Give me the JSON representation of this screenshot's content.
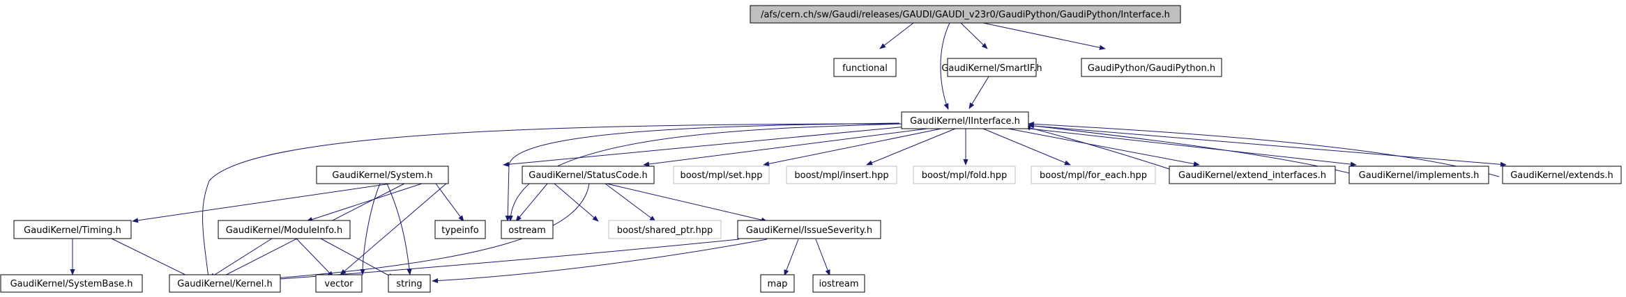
{
  "nodes": {
    "interface_h": "/afs/cern.ch/sw/Gaudi/releases/GAUDI/GAUDI_v23r0/GaudiPython/GaudiPython/Interface.h",
    "functional": "functional",
    "smartif": "GaudiKernel/SmartIF.h",
    "gaudipython_h": "GaudiPython/GaudiPython.h",
    "iinterface": "GaudiKernel/IInterface.h",
    "system_h": "GaudiKernel/System.h",
    "statuscode_h": "GaudiKernel/StatusCode.h",
    "mpl_set": "boost/mpl/set.hpp",
    "mpl_insert": "boost/mpl/insert.hpp",
    "mpl_fold": "boost/mpl/fold.hpp",
    "mpl_for_each": "boost/mpl/for_each.hpp",
    "extend_interfaces": "GaudiKernel/extend_interfaces.h",
    "implements": "GaudiKernel/implements.h",
    "extends": "GaudiKernel/extends.h",
    "timing_h": "GaudiKernel/Timing.h",
    "moduleinfo_h": "GaudiKernel/ModuleInfo.h",
    "typeinfo": "typeinfo",
    "ostream": "ostream",
    "shared_ptr": "boost/shared_ptr.hpp",
    "issueseverity": "GaudiKernel/IssueSeverity.h",
    "systembase": "GaudiKernel/SystemBase.h",
    "kernel_h": "GaudiKernel/Kernel.h",
    "vector": "vector",
    "string": "string",
    "map": "map",
    "iostream": "iostream"
  },
  "colors": {
    "edge": "#191970",
    "root_fill": "#bfbfbf",
    "node_border": "#000000",
    "external_border": "#bfbfbf"
  }
}
